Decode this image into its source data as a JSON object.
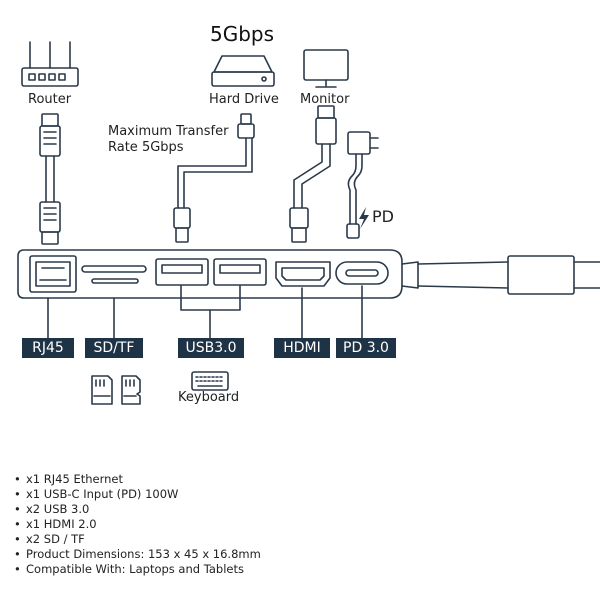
{
  "devices": {
    "router": "Router",
    "hard_drive": "Hard Drive",
    "monitor": "Monitor",
    "keyboard": "Keyboard"
  },
  "speed_title": "5Gbps",
  "transfer_note": [
    "Maximum Transfer",
    "Rate 5Gbps"
  ],
  "pd_label": "PD",
  "ports": {
    "rj45": "RJ45",
    "sdtf": "SD/TF",
    "usb": "USB3.0",
    "hdmi": "HDMI",
    "pd": "PD 3.0"
  },
  "specs": [
    "x1 RJ45 Ethernet",
    "x1 USB-C Input (PD) 100W",
    "x2 USB 3.0",
    "x1 HDMI 2.0",
    "x2 SD / TF",
    "Product Dimensions: 153 x 45 x 16.8mm",
    "Compatible With: Laptops and Tablets"
  ],
  "colors": {
    "tag_bg": "#1f3346",
    "line": "#2b3a4a"
  }
}
